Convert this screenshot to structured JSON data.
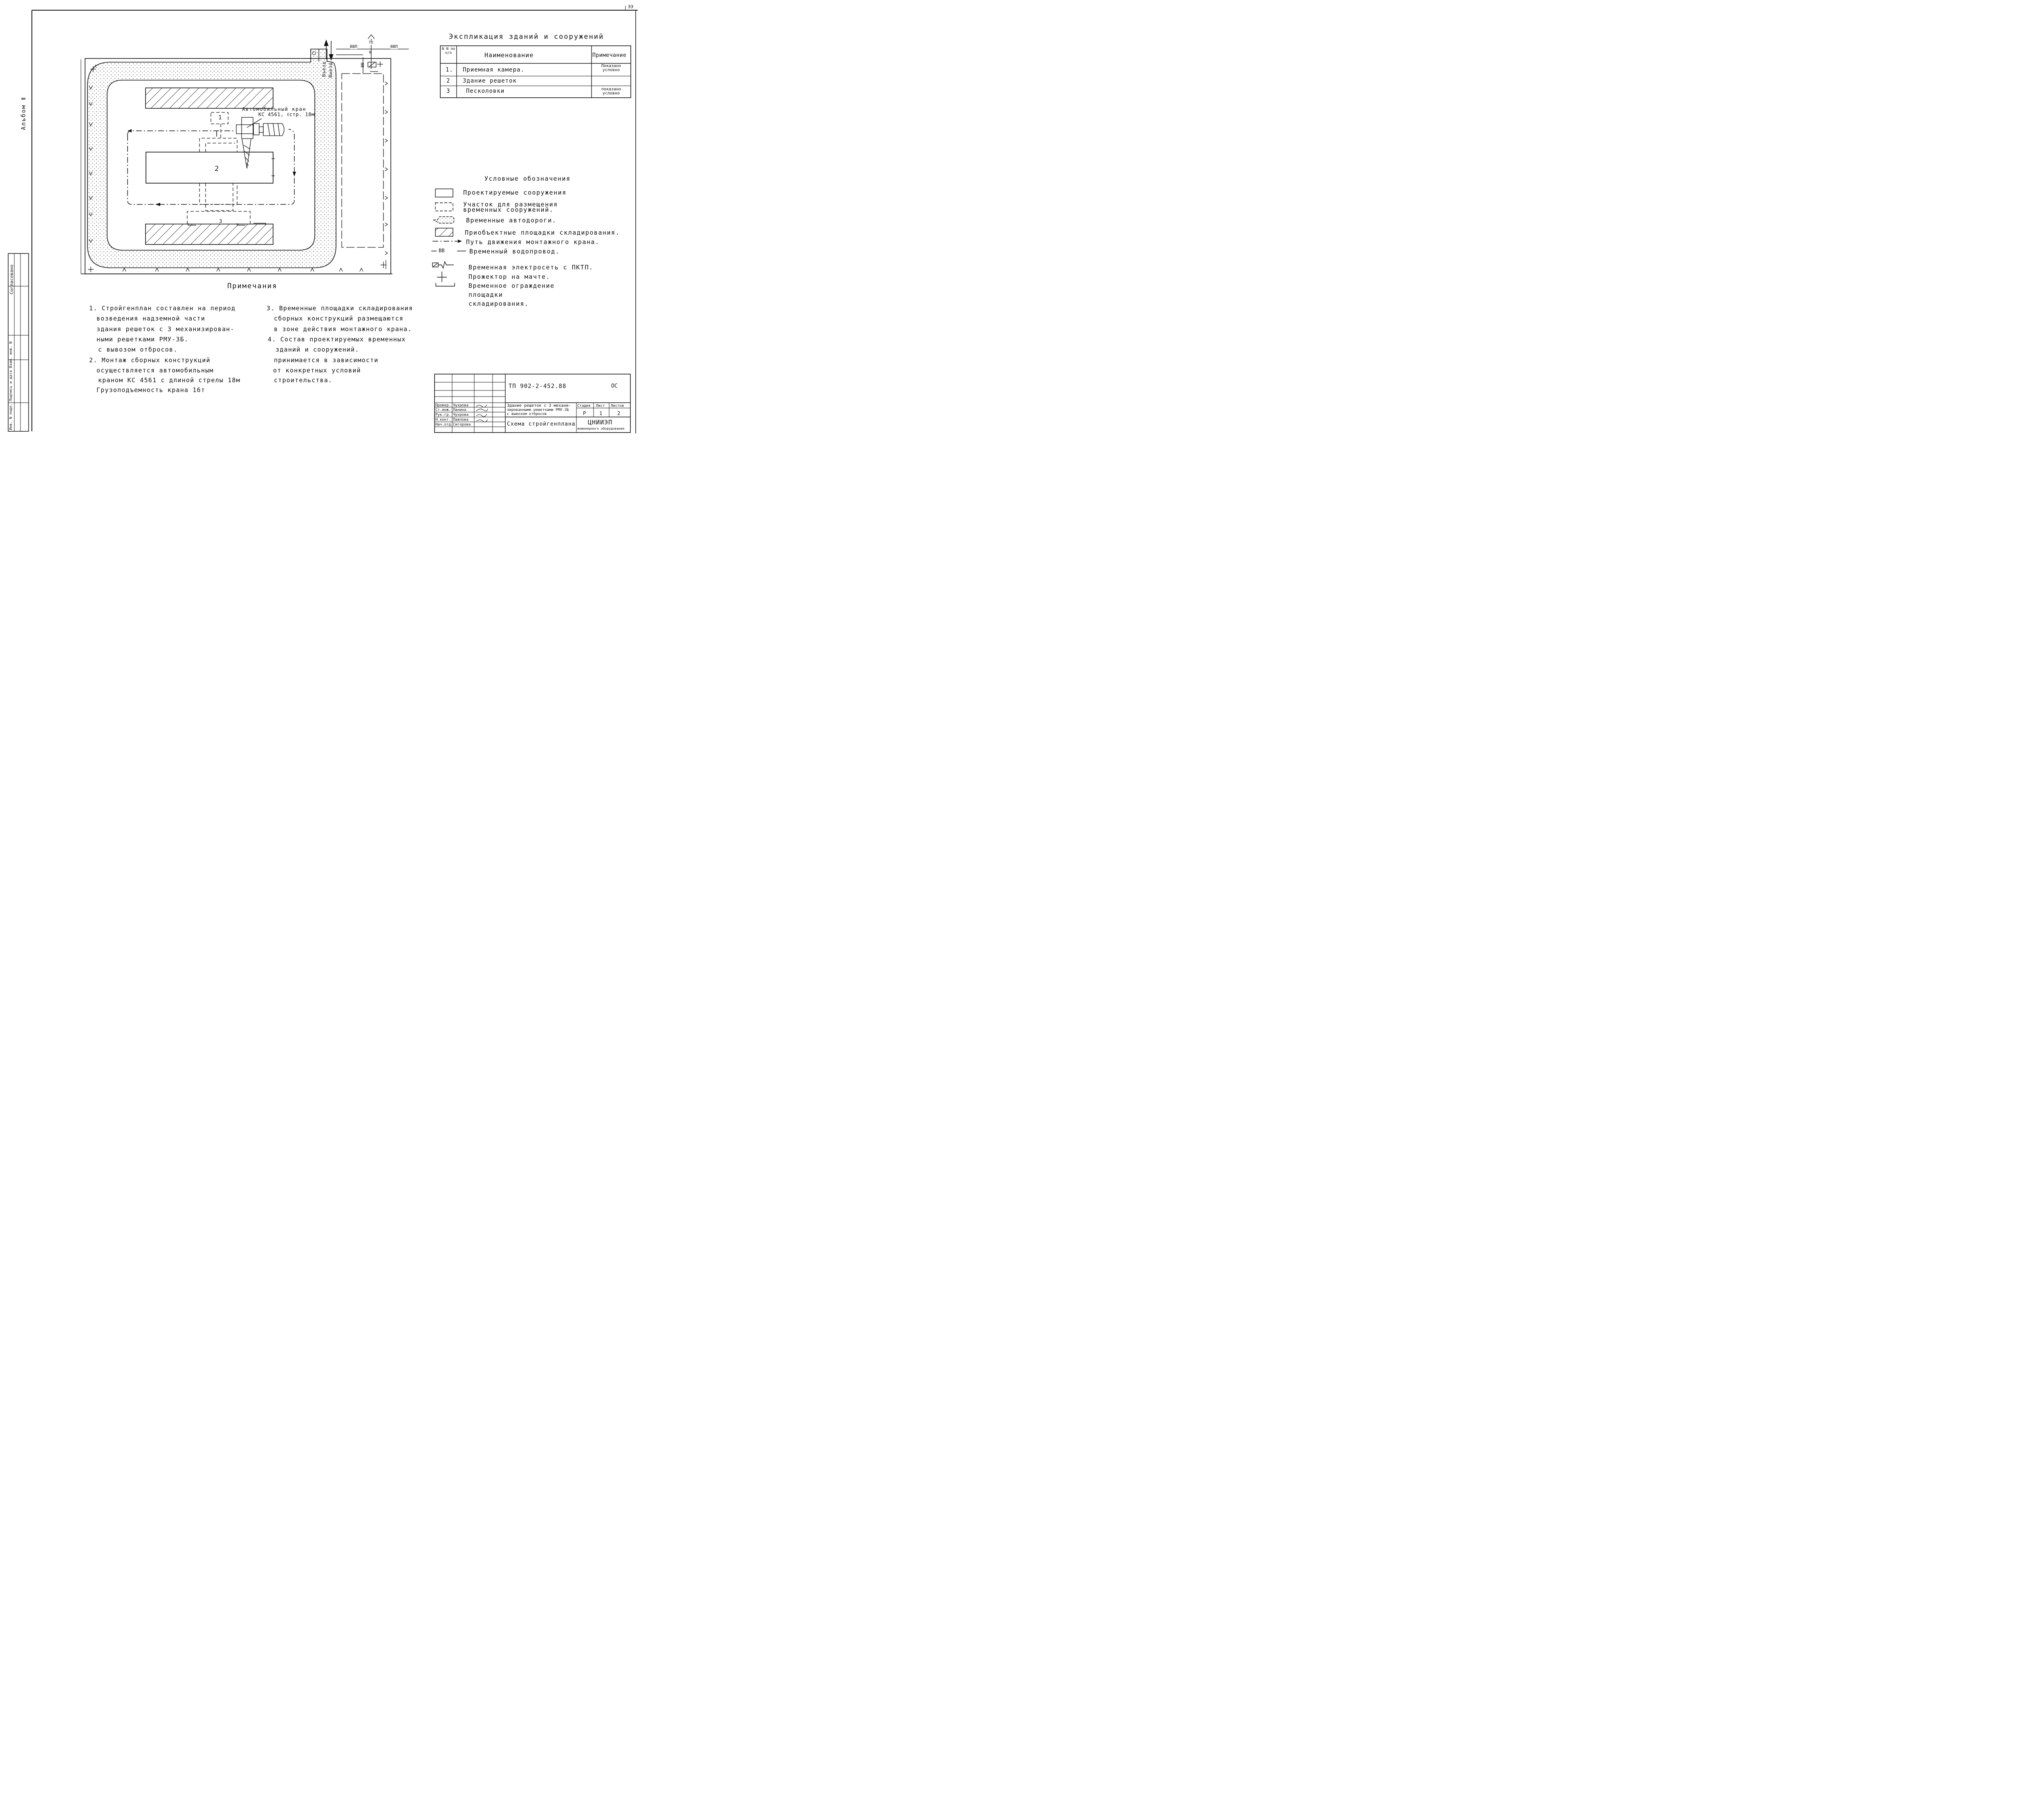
{
  "sheet": {
    "album_label": "Альбом Ⅱ",
    "corner_mark": "ЭЭ"
  },
  "explication": {
    "title": "Экспликация зданий и сооружений",
    "col_number": "N N по п/п",
    "col_name": "Наименование",
    "col_note": "Примечание",
    "rows": [
      {
        "n": "1.",
        "name": "Приемная камера.",
        "note": "Показано условно"
      },
      {
        "n": "2",
        "name": "Здание решеток",
        "note": ""
      },
      {
        "n": "3",
        "name": "Песколовки",
        "note": "показано условно"
      }
    ]
  },
  "plan": {
    "crane_label_1": "Автомобильный кран",
    "crane_label_2": "КС 4561, ℓстр. 18м",
    "bldg_1": "1",
    "bldg_2": "2",
    "bldg_3": "3",
    "entry": "Въезд",
    "exit": "Выезд",
    "line_vvp_left": "ВВП",
    "line_vvp_right": "ВВП",
    "line_tp": "ТП",
    "line_w": "W",
    "line_vv": "ВВ"
  },
  "legend": {
    "title": "Условные обозначения",
    "items": [
      "Проектируемые сооружения",
      "Участок для размещения временных сооружений.",
      "Временные автодороги.",
      "Приобъектные площадки складирования.",
      "Путь движения монтажного крана.",
      "Временный водопровод.",
      "Временная электросеть с ПКТП.",
      "Прожектор на мачте.",
      "Временное ограждение площадки складирования."
    ],
    "vv_symbol": "ВВ"
  },
  "notes": {
    "title": "Примечания",
    "left": [
      "1. Стройгенплан составлен на период",
      "возведения надземной части",
      "здания решеток с 3 механизирован-",
      "ными решетками РМУ-3Б.",
      "с вывозом отбросов.",
      "2. Монтаж сборных конструкций",
      "осуществляется автомобильным",
      "краном КС 4561 с длиной стрелы 18м",
      "Грузоподъемность крана 16т"
    ],
    "right": [
      "3. Временные площадки складирования",
      "сборных конструкций размещаются",
      "в зоне действия монтажного крана.",
      "4. Состав проектируемых временных",
      "зданий и сооружений.",
      "принимается в зависимости",
      "от конкретных условий",
      "строительства."
    ]
  },
  "title_block": {
    "code": "ТП 902-2-452.88",
    "sheet_mark": "ОС",
    "object_line1": "Здание решеток с 3 механи-",
    "object_line2": "зированными решетками РМУ-3Б",
    "object_line3": "с вывозом отбросов",
    "stage_h": "Стадия",
    "sheet_h": "Лист",
    "sheets_h": "Листов",
    "stage": "Р",
    "sheet": "1",
    "sheets": "2",
    "drawing_title": "Схема стройгенплана",
    "org_1": "ЦНИИЭП",
    "org_2": "инженерного оборудования",
    "staff": [
      {
        "role": "Провер.",
        "name": "Чухрова"
      },
      {
        "role": "Ст.инж.",
        "name": "Панина"
      },
      {
        "role": "Рук.гр.",
        "name": "Чухрова"
      },
      {
        "role": "Н.конт.",
        "name": "Павлова"
      },
      {
        "role": "Нач.отд.",
        "name": "Сигорова"
      }
    ],
    "side_agreed": "Согласовано",
    "side_inv": "Инв. N подл. Подпись и дата Взам. инв. N"
  }
}
